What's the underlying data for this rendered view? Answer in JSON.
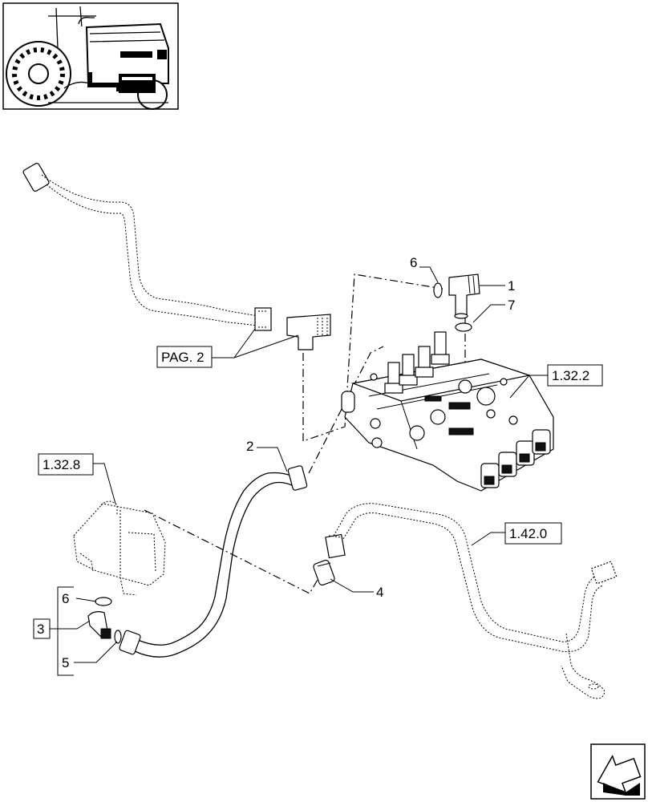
{
  "callouts": {
    "ref_1_32_2": "1.32.2",
    "ref_1_32_8": "1.32.8",
    "ref_1_42_0": "1.42.0",
    "ref_pag2": "PAG. 2",
    "item_1": "1",
    "item_2": "2",
    "item_3": "3",
    "item_4": "4",
    "item_5": "5",
    "item_6_top": "6",
    "item_6_left": "6",
    "item_7": "7"
  },
  "icons": {
    "thumbnail": "tractor-location-icon",
    "navigation": "next-page-arrow-icon"
  }
}
